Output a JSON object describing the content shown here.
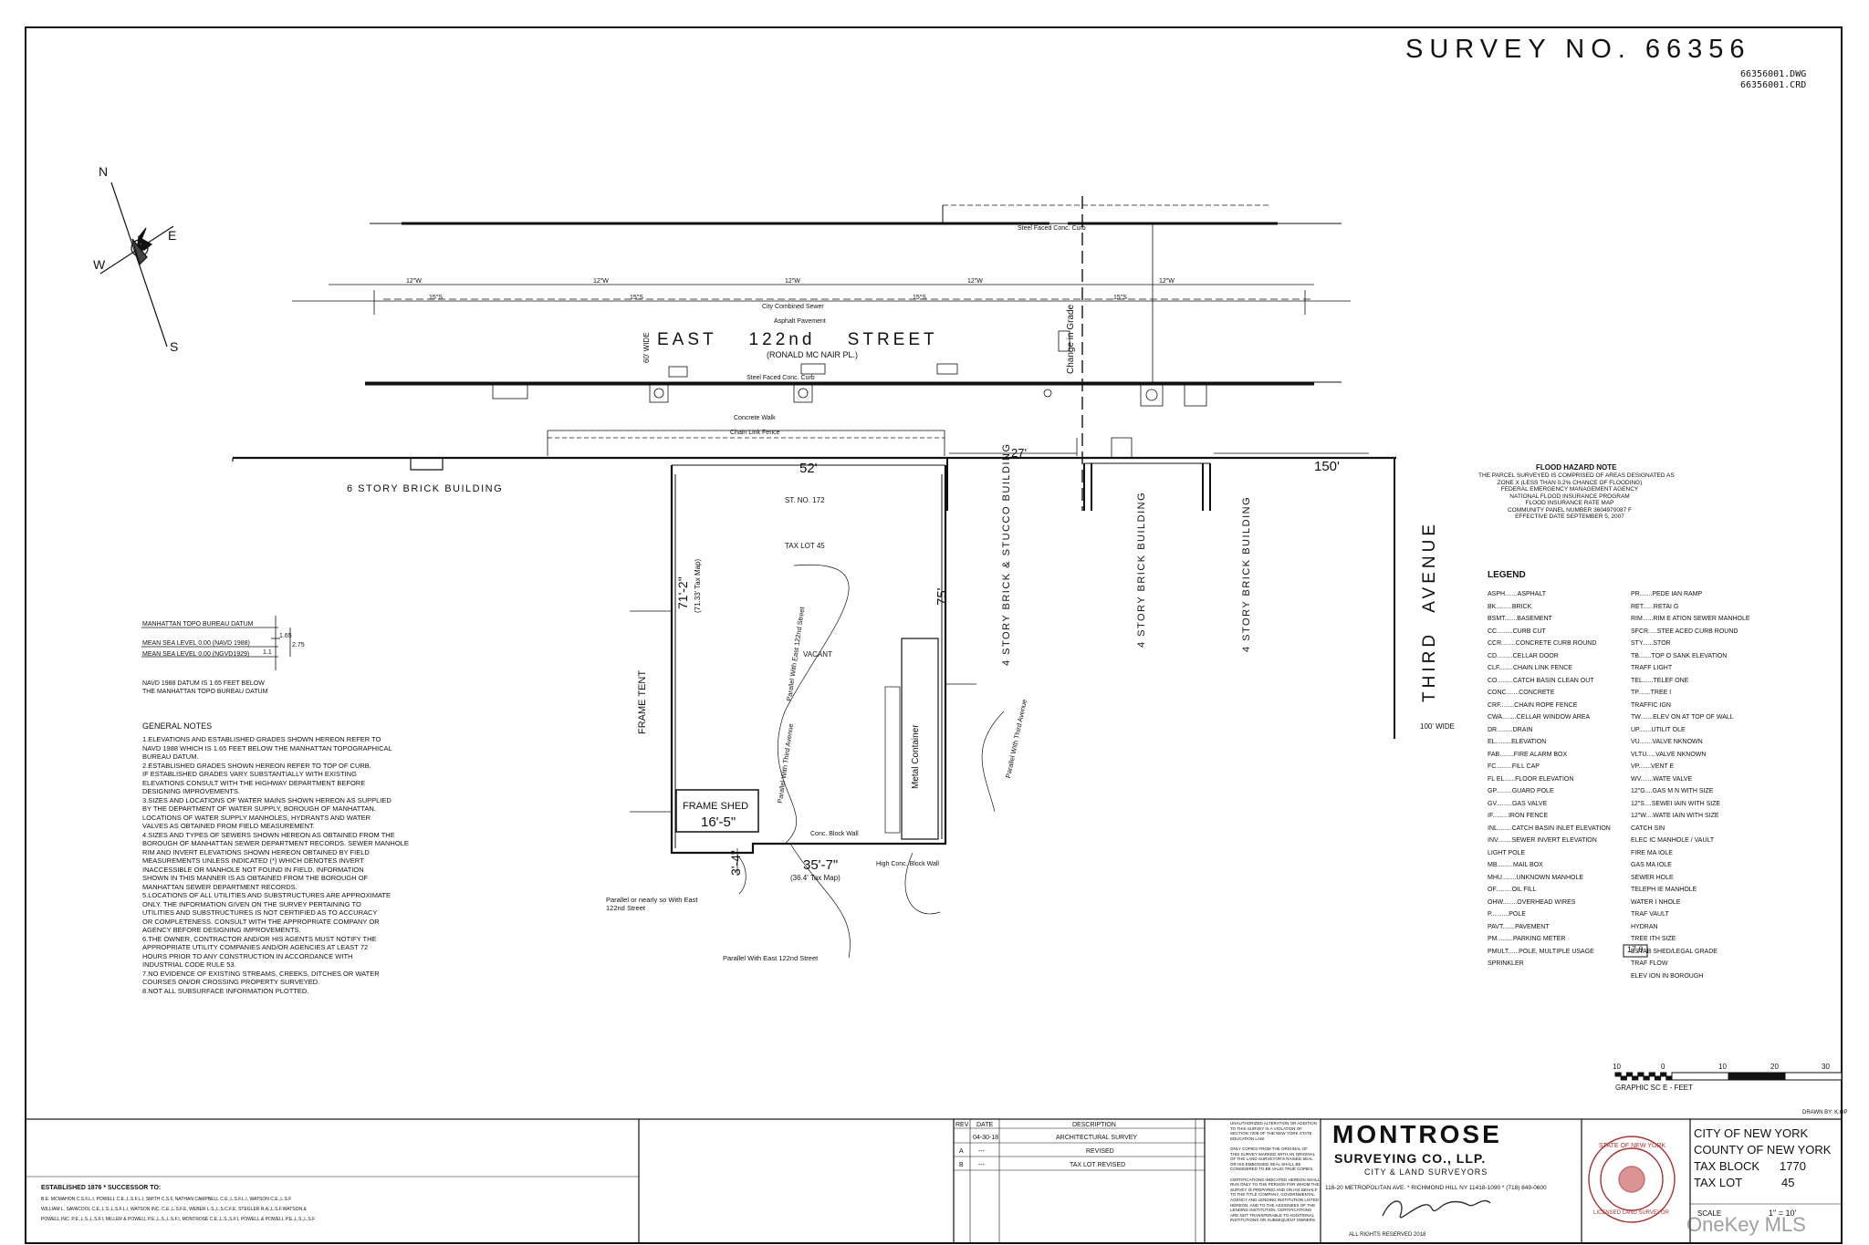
{
  "header": {
    "survey_number": "SURVEY NO. 66356",
    "file_dwg": "66356001.DWG",
    "file_crd": "66356001.CRD"
  },
  "compass": {
    "n": "N",
    "s": "S",
    "e": "E",
    "w": "W"
  },
  "street": {
    "name": "EAST 122nd STREET",
    "alt_name": "(RONALD MC NAIR PL.)",
    "width_note": "60' WIDE",
    "avenue": "THIRD AVENUE",
    "avenue_width": "100' WIDE",
    "pavement": "Asphalt Pavement",
    "sewer": "City Combined Sewer",
    "curb": "Steel Faced Conc. Curb",
    "walk": "Concrete Walk",
    "fence": "Chain Link Fence",
    "grade_change": "Change in Grade",
    "water_main": "12\"W",
    "sewer_main": "15\"S"
  },
  "buildings": {
    "west": "6 STORY BRICK BUILDING",
    "east1": "4 STORY BRICK & STUCCO BUILDING",
    "east2": "4 STORY BRICK BUILDING",
    "east3": "4 STORY BRICK BUILDING",
    "frame_tent": "FRAME TENT",
    "frame_shed": "FRAME SHED",
    "metal_container": "Metal Container"
  },
  "lot": {
    "street_no": "ST. NO. 172",
    "tax_lot": "TAX LOT 45",
    "status": "VACANT",
    "front": "52'",
    "west_side": "71'-2\"",
    "west_side_tax": "(71.33' Tax Map)",
    "east_side": "75'",
    "rear": "35'-7\"",
    "rear_tax": "(36.4' Tax Map)",
    "shed_width": "16'-5\"",
    "jog": "3'-4\"",
    "dist_to_corner": "150'",
    "offset_27": "27'",
    "parallel_122": "Parallel With East 122nd Street",
    "parallel_third": "Parallel With Third Avenue",
    "parallel_nearly": "Parallel or nearly so With East 122nd Street",
    "conc_block_wall": "Conc. Block Wall",
    "high_conc_block_wall": "High Conc. Block Wall"
  },
  "datum": {
    "manhattan": "MANHATTAN TOPO BUREAU DATUM",
    "navd": "MEAN SEA LEVEL 0.00 (NAVD 1988)",
    "ngvd": "MEAN SEA LEVEL 0.00 (NGVD1929)",
    "v1": "1.65",
    "v2": "1.1",
    "v3": "2.75",
    "note": "NAVD 1988 DATUM IS 1.65 FEET BELOW THE MANHATTAN TOPO BUREAU DATUM"
  },
  "general_notes": {
    "title": "GENERAL NOTES",
    "lines": [
      "1.ELEVATIONS AND ESTABLISHED GRADES SHOWN HEREON REFER TO",
      "  NAVD 1988 WHICH IS 1.65 FEET BELOW THE MANHATTAN TOPOGRAPHICAL",
      "  BUREAU DATUM.",
      "2.ESTABLISHED GRADES SHOWN HEREON REFER TO TOP OF CURB.",
      "  IF ESTABLISHED GRADES VARY SUBSTANTIALLY WITH EXISTING",
      "  ELEVATIONS CONSULT WITH THE HIGHWAY DEPARTMENT BEFORE",
      "  DESIGNING IMPROVEMENTS.",
      "3.SIZES AND LOCATIONS OF WATER MAINS SHOWN HEREON AS SUPPLIED",
      "  BY THE DEPARTMENT OF WATER SUPPLY, BOROUGH OF MANHATTAN.",
      "  LOCATIONS OF WATER SUPPLY MANHOLES, HYDRANTS AND WATER",
      "  VALVES AS OBTAINED FROM FIELD MEASUREMENT.",
      "4.SIZES AND TYPES OF SEWERS SHOWN HEREON AS OBTAINED FROM THE",
      "  BOROUGH OF MANHATTAN SEWER DEPARTMENT RECORDS. SEWER MANHOLE",
      "  RIM AND INVERT ELEVATIONS SHOWN HEREON OBTAINED BY FIELD",
      "  MEASUREMENTS UNLESS INDICATED (*) WHICH DENOTES INVERT",
      "  INACCESSIBLE OR MANHOLE NOT FOUND IN FIELD. INFORMATION",
      "  SHOWN IN THIS MANNER IS AS OBTAINED FROM THE BOROUGH OF",
      "  MANHATTAN SEWER DEPARTMENT RECORDS.",
      "5.LOCATIONS OF ALL UTILITIES AND SUBSTRUCTURES ARE APPROXIMATE",
      "  ONLY. THE INFORMATION GIVEN ON THE SURVEY PERTAINING TO",
      "  UTILITIES AND SUBSTRUCTURES IS NOT CERTIFIED AS TO ACCURACY",
      "  OR COMPLETENESS. CONSULT WITH THE APPROPRIATE COMPANY OR",
      "  AGENCY BEFORE DESIGNING IMPROVEMENTS.",
      "6.THE OWNER, CONTRACTOR AND/OR HIS AGENTS MUST NOTIFY THE",
      "  APPROPRIATE UTILITY COMPANIES AND/OR AGENCIES AT LEAST 72",
      "  HOURS PRIOR TO ANY CONSTRUCTION IN ACCORDANCE WITH",
      "  INDUSTRIAL CODE RULE 53.",
      "7.NO EVIDENCE OF EXISTING STREAMS, CREEKS, DITCHES OR WATER",
      "  COURSES ON/OR CROSSING PROPERTY SURVEYED.",
      "8.NOT ALL SUBSURFACE INFORMATION PLOTTED."
    ]
  },
  "flood_note": {
    "title": "FLOOD HAZARD NOTE",
    "lines": [
      "THE PARCEL SURVEYED IS COMPRISED OF AREAS DESIGNATED AS",
      "ZONE X (LESS THAN 0.2% CHANCE OF FLOODING)",
      "FEDERAL EMERGENCY MANAGEMENT AGENCY",
      "NATIONAL FLOOD INSURANCE PROGRAM",
      "FLOOD INSURANCE RATE MAP",
      "COMMUNITY PANEL NUMBER 3604970087 F",
      "EFFECTIVE DATE SEPTEMBER 5, 2007"
    ]
  },
  "legend": {
    "title": "LEGEND",
    "left": [
      "ASPH.......ASPHALT",
      "BK.........BRICK",
      "BSMT.......BASEMENT",
      "CC.........CURB CUT",
      "CCR........CONCRETE CURB ROUND",
      "CD.........CELLAR DOOR",
      "CLF........CHAIN LINK FENCE",
      "CO.........CATCH BASIN CLEAN OUT",
      "CONC.......CONCRETE",
      "CRF........CHAIN ROPE FENCE",
      "CWA........CELLAR WINDOW AREA",
      "DR.........DRAIN",
      "EL.........ELEVATION",
      "FAB........FIRE ALARM BOX",
      "FC.........FILL CAP",
      "FL EL......FLOOR ELEVATION",
      "GP.........GUARD POLE",
      "GV.........GAS VALVE",
      "IF.........IRON FENCE",
      "INL........CATCH BASIN INLET ELEVATION",
      "INV........SEWER INVERT ELEVATION",
      "LIGHT POLE",
      "MB.........MAIL BOX",
      "MHU........UNKNOWN MANHOLE",
      "OF.........OIL FILL",
      "OHW........OVERHEAD WIRES",
      "P..........POLE",
      "PAVT.......PAVEMENT",
      "PM.........PARKING METER",
      "PMULT......POLE, MULTIPLE USAGE",
      "SPRINKLER"
    ],
    "right": [
      "PR.......PEDE  IAN RAMP",
      "RET......RETAI  G",
      "RIM......RIM E  ATION SEWER MANHOLE",
      "SFCR.....STEE  ACED CURB ROUND",
      "STY......STOR",
      "TB.......TOP O  SANK ELEVATION",
      "TRAFF  LIGHT",
      "TEL......TELEF  ONE",
      "TP.......TREE I",
      "TRAFFIC  IGN",
      "TW.......ELEV  ON AT TOP OF WALL",
      "UP.......UTILIT  OLE",
      "VU.......VALVE  NKNOWN",
      "VLTU.....VALVE  NKNOWN",
      "VP.......VENT  E",
      "WV.......WATE  VALVE",
      "12\"G....GAS M  N WITH SIZE",
      "12\"S....SEWEI  IAIN WITH SIZE",
      "12\"W....WATE  IAIN WITH SIZE",
      "CATCH  SIN",
      "ELEC  IC MANHOLE / VAULT",
      "FIRE MA  IOLE",
      "GAS MA  IOLE",
      "SEWER  HOLE",
      "TELEPH  IE MANHOLE",
      "WATER I  NHOLE",
      "TRAF  VAULT",
      "HYDRAN",
      "TREE  ITH SIZE",
      "ESTAB  SHED/LEGAL GRADE",
      "TRAF  FLOW",
      "ELEV  ION IN BOROUGH"
    ],
    "grade_box": "17.0"
  },
  "scale_bar": {
    "t0": "10",
    "t1": "0",
    "t2": "10",
    "t3": "20",
    "t4": "30",
    "caption": "GRAPHIC SC  E - FEET"
  },
  "drawn_by": "DRAWN BY: K.OP",
  "title_block": {
    "established": "ESTABLISHED 1876 * SUCCESSOR TO:",
    "successors": [
      "B.E. MCMAHON C.S.F.L.I, POWELL C.E.,L.S.F.L.I, SMITH C.S.F, NATHAN CAMPBELL C.E.,L.S.F.L.I, WATSON C.E.,L.S.F",
      "WILLIAM L. SAVACOOL C.E.,L.S.,L.S.F.L.I, WATSON INC. C.E.,L.S.F.E, WEBER L.S.,L.S.C.F.E, STEGLER R.A.,L.S.F.WATSON &",
      "POWELL INC. P.E.,L.S.,L.S.F.I, MILLER & POWELL P.E.,L.S.,L.S.F.I, MONTROSE C.E.,L.S.,S.F.I, POWELL & POWELL P.E.,L.S.,L.S.F"
    ],
    "rev_headers": [
      "REV",
      "DATE",
      "DESCRIPTION"
    ],
    "rev_rows": [
      {
        "rev": "",
        "date": "04-30-18",
        "desc": "ARCHITECTURAL SURVEY"
      },
      {
        "rev": "A",
        "date": "---",
        "desc": "REVISED"
      },
      {
        "rev": "B",
        "date": "---",
        "desc": "TAX LOT REVISED"
      }
    ],
    "cert_text": [
      "UNAUTHORIZED ALTERATION OR ADDITION",
      "TO THIS SURVEY IS A VIOLATION OF",
      "SECTION 7209 OF THE NEW YORK STATE",
      "EDUCATION LAW.",
      "",
      "ONLY COPIES FROM THE ORIGINAL OF",
      "THIS SURVEY MARKED WITH AN ORIGINAL",
      "OF THE LAND SURVEYOR'S RAISED SEAL",
      "OR HIS EMBOSSED SEAL SHALL BE",
      "CONSIDERED TO BE VALID TRUE COPIES.",
      "",
      "CERTIFICATIONS INDICATED HEREON SHALL",
      "RUN ONLY TO THE PERSON FOR WHOM THE",
      "SURVEY IS PREPARED AND ON HIS BEHALF",
      "TO THE TITLE COMPANY, GOVERNMENTAL",
      "AGENCY AND LENDING INSTITUTION LISTED",
      "HEREON, AND TO THE ASSIGNEES OF THE",
      "LENDING INSTITUTION. CERTIFICATIONS",
      "ARE NOT TRANSFERABLE TO ADDITIONAL",
      "INSTITUTIONS OR SUBSEQUENT OWNERS."
    ],
    "company": "MONTROSE",
    "company_sub": "SURVEYING CO., LLP.",
    "company_tag": "CITY & LAND SURVEYORS",
    "address": "116-20 METROPOLITAN AVE. * RICHMOND HILL NY 11418-1090 * (718) 849-0600",
    "rights": "ALL RIGHTS RESERVED 2018",
    "seal_text": "STATE OF NEW YORK",
    "seal_sub": "LICENSED LAND SURVEYOR",
    "city": "CITY OF NEW YORK",
    "county": "COUNTY OF NEW YORK",
    "tax_block_label": "TAX BLOCK",
    "tax_block": "1770",
    "tax_lot_label": "TAX LOT",
    "tax_lot": "45",
    "scale_label": "SCALE",
    "scale": "1\" = 10'"
  },
  "watermark": "OneKey MLS"
}
